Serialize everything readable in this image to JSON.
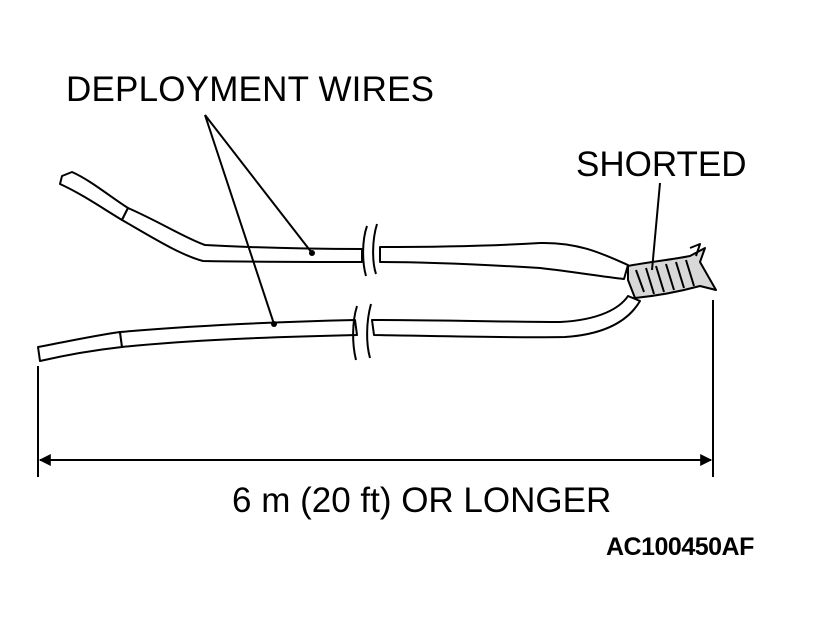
{
  "labels": {
    "deployment_wires": "DEPLOYMENT WIRES",
    "shorted": "SHORTED",
    "length": "6 m (20 ft) OR LONGER",
    "figure_code": "AC100450AF"
  },
  "colors": {
    "line": "#000000",
    "background": "#ffffff",
    "strand_fill": "#d8d8d8"
  }
}
